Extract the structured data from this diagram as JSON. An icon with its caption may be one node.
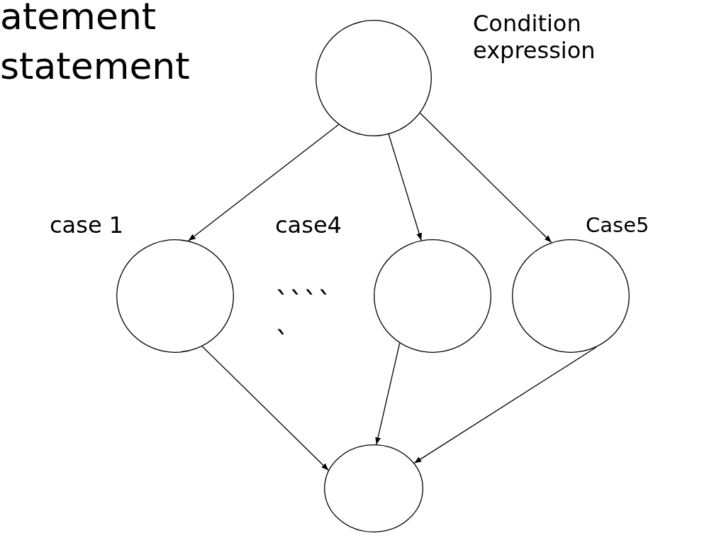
{
  "diagram": {
    "nodes": [
      {
        "text": [],
        "shape": "circle",
        "beside": [
          "Condition expression"
        ]
      },
      {
        "text": [],
        "shape": "circle",
        "beside": [
          "case 1"
        ]
      },
      {
        "text": [],
        "shape": "circle",
        "beside": [
          "case4"
        ]
      },
      {
        "text": [],
        "shape": "circle",
        "beside": [
          "Case5"
        ]
      },
      {
        "text": [],
        "shape": "circle"
      }
    ],
    "edges": [
      {
        "from": 0,
        "to": 1,
        "arrow": "to"
      },
      {
        "from": 0,
        "to": 2,
        "arrow": "to"
      },
      {
        "from": 0,
        "to": 3,
        "arrow": "to"
      },
      {
        "from": 1,
        "to": 4,
        "arrow": "to"
      },
      {
        "from": 2,
        "to": 4,
        "arrow": "to"
      },
      {
        "from": 3,
        "to": 4,
        "arrow": "to"
      }
    ],
    "labels": [
      "atement",
      "statement",
      "````",
      "`"
    ]
  }
}
